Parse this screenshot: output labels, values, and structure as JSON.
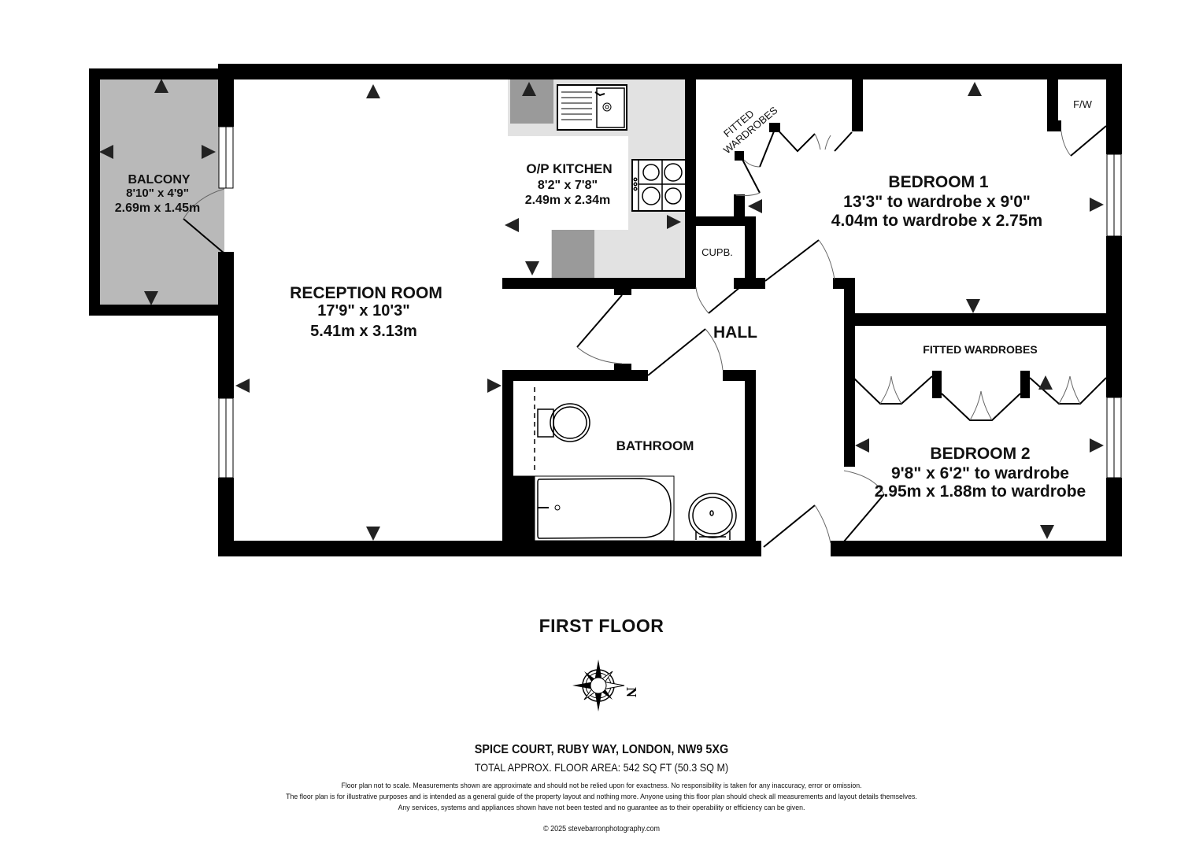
{
  "plan": {
    "floor_title": "FIRST FLOOR",
    "rooms": {
      "balcony": {
        "name": "BALCONY",
        "imperial": "8'10\"  x 4'9\"",
        "metric": "2.69m  x 1.45m"
      },
      "reception": {
        "name": "RECEPTION ROOM",
        "imperial": "17'9\"  x 10'3\"",
        "metric": "5.41m  x 3.13m"
      },
      "kitchen": {
        "name": "O/P KITCHEN",
        "imperial": "8'2\"  x 7'8\"",
        "metric": "2.49m  x 2.34m"
      },
      "bedroom1": {
        "name": "BEDROOM 1",
        "imperial": "13'3\" to wardrobe x 9'0\"",
        "metric": "4.04m to wardrobe x 2.75m"
      },
      "bedroom2": {
        "name": "BEDROOM 2",
        "imperial": "9'8\"  x 6'2\" to wardrobe",
        "metric": "2.95m  x 1.88m to wardrobe"
      },
      "bathroom": {
        "name": "BATHROOM"
      },
      "hall": {
        "name": "HALL"
      },
      "cupboard": {
        "name": "CUPB."
      },
      "fw": {
        "name": "F/W"
      },
      "fitted_wardrobes_bed1": {
        "line1": "FITTED",
        "line2": "WARDROBES"
      },
      "fitted_wardrobes_bed2": {
        "name": "FITTED WARDROBES"
      }
    },
    "compass": {
      "label": "N"
    },
    "colors": {
      "wall": "#000000",
      "balcony_fill": "#b9b9b9",
      "worktop": "#e2e2e2",
      "unit": "#9a9a9a",
      "arrow": "#222222"
    }
  },
  "footer": {
    "address": "SPICE COURT, RUBY WAY, LONDON, NW9 5XG",
    "area": "TOTAL APPROX. FLOOR AREA: 542 SQ FT (50.3 SQ M)",
    "disclaimer": [
      "Floor plan not to scale. Measurements shown are approximate and should not be relied upon for exactness. No responsibility is taken for any inaccuracy, error or omission.",
      "The floor plan is for illustrative purposes and is intended as a general guide of the property layout and nothing more. Anyone using this floor plan should check all measurements and layout details themselves.",
      "Any services, systems and appliances shown have not been tested and no guarantee as to their operability or efficiency can be given."
    ],
    "copyright": "© 2025 stevebarronphotography.com"
  }
}
